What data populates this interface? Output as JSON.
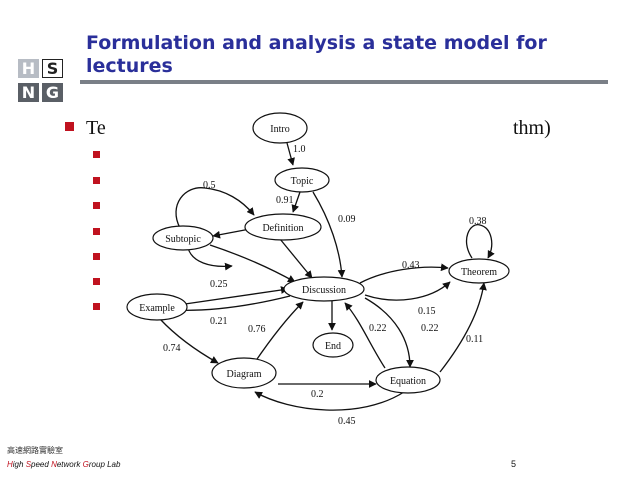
{
  "logo": {
    "tl": "H",
    "tr": "S",
    "bl": "N",
    "br": "G"
  },
  "title": {
    "line1": "Formulation and analysis a state model for",
    "line2": "lectures"
  },
  "bullet": {
    "left_text": "Te",
    "right_text": "thm)"
  },
  "nodes": {
    "intro": "Intro",
    "topic": "Topic",
    "definition": "Definition",
    "subtopic": "Subtopic",
    "discussion": "Discussion",
    "theorem": "Theorem",
    "example": "Example",
    "end": "End",
    "diagram": "Diagram",
    "equation": "Equation"
  },
  "edge_labels": {
    "intro_topic": "1.0",
    "subtopic_loop": "0.5",
    "topic_definition": "0.91",
    "topic_discussion": "0.09",
    "theorem_loop": "0.38",
    "discussion_theorem": "0.43",
    "example_discussion": "0.25",
    "discussion_equation": "0.15",
    "example_diagram_upper": "0.21",
    "diagram_discussion": "0.76",
    "equation_discussion": "0.22",
    "discussion_equation_b": "0.22",
    "equation_theorem": "0.11",
    "example_diagram": "0.74",
    "diagram_equation": "0.2",
    "equation_diagram": "0.45"
  },
  "footer": {
    "org_cn": "高速網路實驗室",
    "lab_h": "H",
    "lab_1": "igh ",
    "lab_s": "S",
    "lab_2": "peed ",
    "lab_n": "N",
    "lab_3": "etwork ",
    "lab_g": "G",
    "lab_4": "roup Lab",
    "page": "5"
  }
}
